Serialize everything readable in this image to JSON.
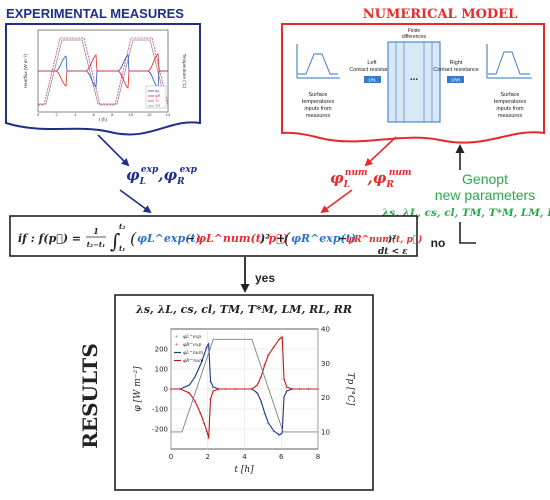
{
  "experimental": {
    "title": "EXPERIMENTAL MEASURES",
    "plot": {
      "xlabel": "t (h)",
      "ylabel": "Heatflux (W m⁻²)",
      "ylabel_right": "Temperature (°C)",
      "xticks": [
        "0",
        "2",
        "4",
        "6",
        "8",
        "10",
        "12",
        "14"
      ],
      "legend": [
        "φL",
        "φR",
        "TL",
        "TR"
      ]
    }
  },
  "numerical": {
    "title": "NUMERICAL MODEL",
    "finite_differences": "Finite differences",
    "left_contact": "Left Contact resistance",
    "right_contact": "Right Contact resistance",
    "resistance_left": "1/hL",
    "resistance_right": "1/hR",
    "ellipsis": "...",
    "inputs_left": "Surface temperatures inputs from measures",
    "inputs_right": "Surface temperatures inputs from measures"
  },
  "flux_exp": {
    "phi_l": "φ",
    "sup_l": "exp",
    "sub_l": "L",
    "sep": ",",
    "phi_r": "φ",
    "sup_r": "exp",
    "sub_r": "R"
  },
  "flux_num": {
    "phi_l": "φ",
    "sup_l": "num",
    "sub_l": "L",
    "sep": ",",
    "phi_r": "φ",
    "sup_r": "num",
    "sub_r": "R"
  },
  "genopt": {
    "line1": "Genopt",
    "line2": "new parameters",
    "params": "λs, λL, cs, cl, TM, T*M, LM, RL, RR"
  },
  "condition": {
    "prefix": "if : f(p⃗) =",
    "frac_num": "1",
    "frac_den": "t₂−t₁",
    "int_upper": "t₂",
    "int_lower": "t₁",
    "open": "(",
    "exp_l": "φL^exp(t)",
    "minus": "−",
    "num_l": "φL^num(t, p⃗)",
    "close_sq": ")²",
    "plus": "+",
    "exp_r": "φR^exp(t)",
    "num_r": "φR^num(t, p⃗)",
    "tail": "dt < ε"
  },
  "labels": {
    "no": "no",
    "yes": "yes"
  },
  "results": {
    "side_title": "RESULTS",
    "params": "λs, λL, cs, cl, TM, T*M, LM, RL, RR",
    "legend": [
      "φL^exp",
      "φR^exp",
      "φL^num",
      "φR^num"
    ]
  },
  "colors": {
    "blue": "#1f2f8c",
    "red": "#e8282a",
    "green": "#2aa84a",
    "light_blue": "#2e73c6"
  },
  "chart_data": {
    "type": "line",
    "title": "",
    "xlabel": "t [h]",
    "ylabel": "φ [W m⁻²]",
    "ylabel_right": "Tp [°C]",
    "xlim": [
      0,
      8
    ],
    "ylim": [
      -300,
      300
    ],
    "ylim_right": [
      5,
      40
    ],
    "xticks": [
      0,
      2,
      4,
      6,
      8
    ],
    "yticks": [
      -200,
      -100,
      0,
      100,
      200
    ],
    "yticks_right": [
      10,
      20,
      30,
      40
    ],
    "grid": true,
    "legend_position": "top-left",
    "series": [
      {
        "name": "φL^exp",
        "color": "#2e73c6",
        "axis": "left",
        "x": [
          0,
          0.5,
          1.0,
          1.3,
          1.6,
          1.8,
          1.95,
          2.05,
          2.15,
          2.3,
          2.6,
          3.0,
          3.5,
          4.0,
          4.4,
          4.7,
          4.9,
          5.1,
          5.3,
          5.6,
          5.9,
          6.05,
          6.15,
          6.3,
          6.6,
          7.0,
          7.5,
          8.0
        ],
        "y": [
          0,
          0,
          20,
          60,
          120,
          170,
          210,
          225,
          40,
          10,
          0,
          0,
          0,
          0,
          0,
          -20,
          -60,
          -120,
          -170,
          -210,
          -230,
          -220,
          -40,
          -10,
          0,
          0,
          0,
          0
        ]
      },
      {
        "name": "φR^exp",
        "color": "#e8282a",
        "axis": "left",
        "x": [
          0,
          0.5,
          1.0,
          1.3,
          1.6,
          1.8,
          1.95,
          2.05,
          2.15,
          2.3,
          2.6,
          3.0,
          3.5,
          4.0,
          4.4,
          4.7,
          4.9,
          5.1,
          5.3,
          5.6,
          5.9,
          6.05,
          6.15,
          6.3,
          6.6,
          7.0,
          7.5,
          8.0
        ],
        "y": [
          0,
          0,
          -20,
          -60,
          -120,
          -170,
          -210,
          -245,
          -50,
          -10,
          0,
          0,
          0,
          0,
          0,
          20,
          60,
          120,
          170,
          210,
          250,
          260,
          50,
          10,
          0,
          0,
          0,
          0
        ]
      },
      {
        "name": "Tp",
        "color": "#808080",
        "axis": "right",
        "x": [
          0,
          0.6,
          2.3,
          4.4,
          6.1,
          8.0
        ],
        "y": [
          10,
          10,
          37,
          37,
          10,
          10
        ]
      }
    ]
  }
}
